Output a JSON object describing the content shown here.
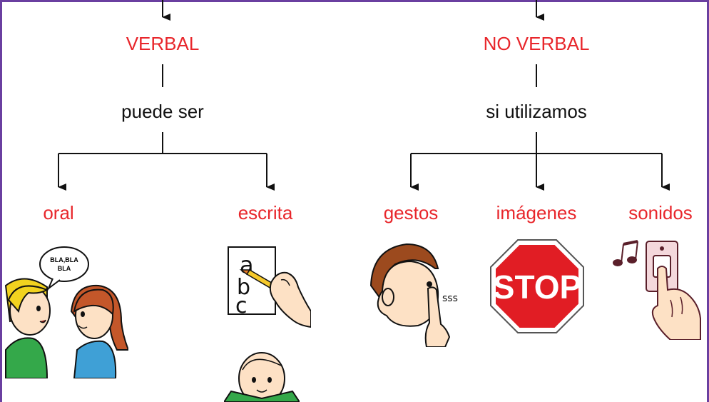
{
  "branches": {
    "verbal": {
      "title": "VERBAL",
      "connector": "puede ser",
      "children": [
        "oral",
        "escrita"
      ]
    },
    "no_verbal": {
      "title": "NO VERBAL",
      "connector": "si utilizamos",
      "children": [
        "gestos",
        "imágenes",
        "sonidos"
      ]
    }
  },
  "pictograms": {
    "speech_bubble": "BLA,BLA BLA",
    "whisper": "sss",
    "stop_sign": "STOP",
    "handwriting": [
      "a",
      "b",
      "c"
    ]
  },
  "colors": {
    "node_text": "#e8262b",
    "connector_text": "#111111",
    "frame": "#6a3fa0"
  },
  "icons": [
    "talking-people-icon",
    "writing-hand-icon",
    "reading-child-icon",
    "shush-gesture-icon",
    "stop-sign-icon",
    "doorbell-icon"
  ]
}
